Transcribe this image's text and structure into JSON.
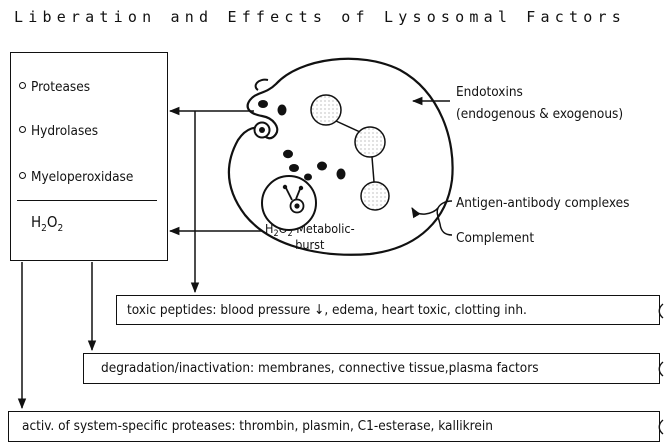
{
  "title": "Liberation and Effects of Lysosomal Factors",
  "factors_box": {
    "items": [
      "Proteases",
      "Hydrolases",
      "Myeloperoxidase"
    ],
    "h2o2": {
      "main": "H",
      "sub1": "2",
      "mid": "O",
      "sub2": "2"
    }
  },
  "cell": {
    "burst_label_line1_prefix": "H",
    "burst_label_sub1": "2",
    "burst_label_mid": "O",
    "burst_label_sub2": "2",
    "burst_label_line1_suffix": " Metabolic-",
    "burst_label_line2": "burst"
  },
  "stimuli": {
    "endotoxins_line1": "Endotoxins",
    "endotoxins_line2": "(endogenous & exogenous)",
    "antigen": "Antigen-antibody complexes",
    "complement": "Complement"
  },
  "effects": {
    "toxic": "toxic peptides: blood pressure ↓, edema, heart toxic, clotting inh.",
    "degradation": "degradation/inactivation: membranes, connective tissue,plasma factors",
    "activation": "activ. of system-specific proteases: thrombin, plasmin, C1-esterase, kallikrein"
  }
}
